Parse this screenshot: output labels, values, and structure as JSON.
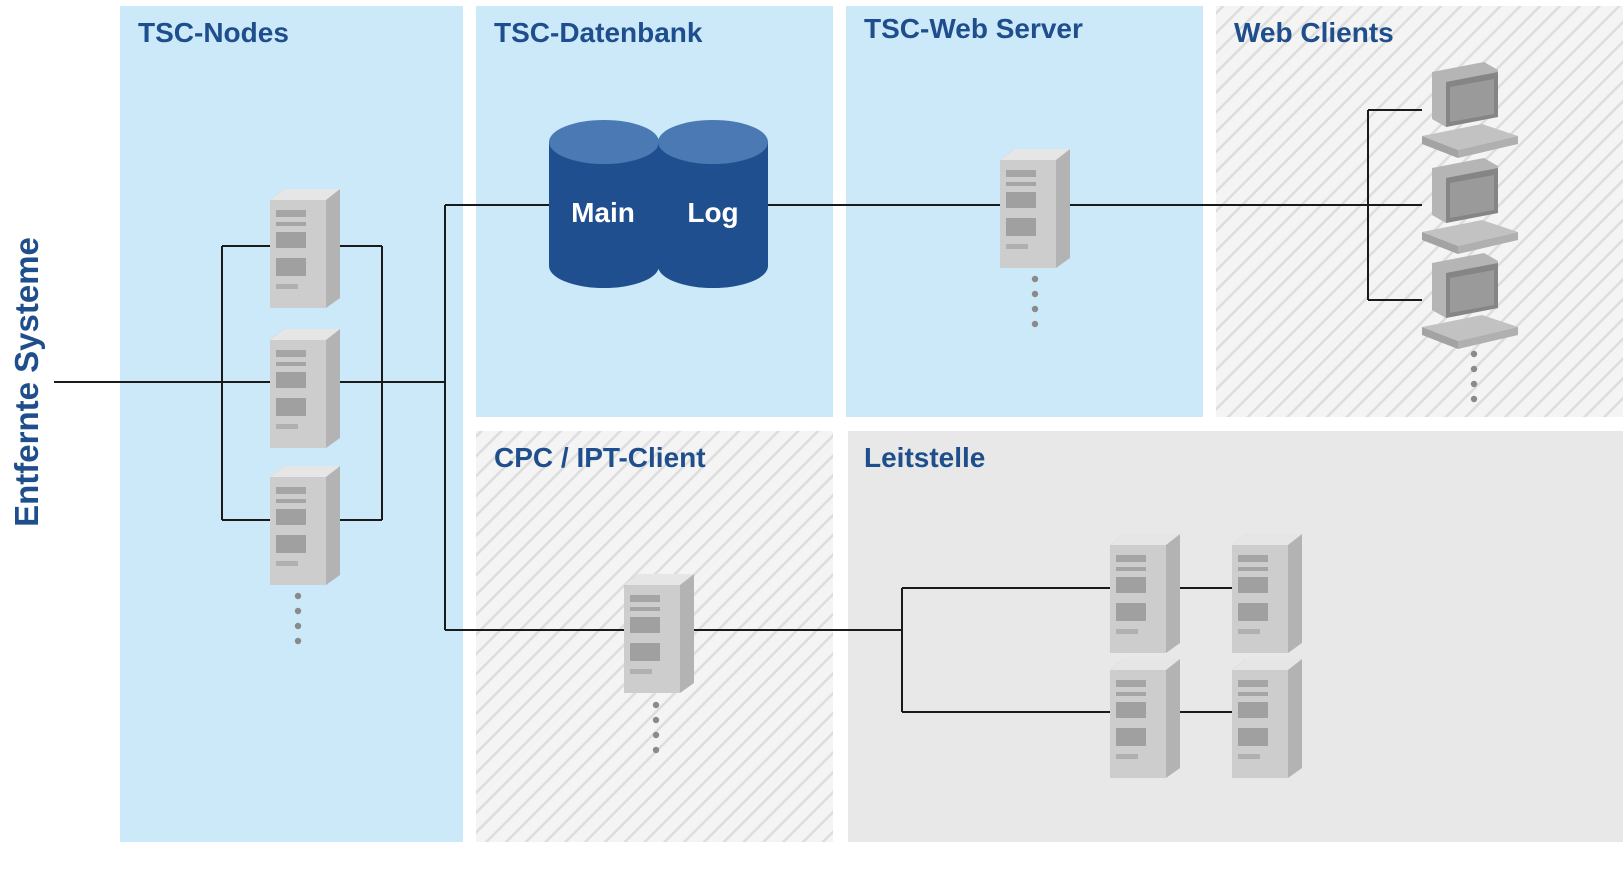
{
  "side_label": "Entfernte Systeme",
  "zones": {
    "tsc_nodes": "TSC-Nodes",
    "tsc_datenbank": "TSC-Datenbank",
    "tsc_web_server": "TSC-Web Server",
    "web_clients": "Web Clients",
    "cpc_ipt_client": "CPC / IPT-Client",
    "leitstelle": "Leitstelle"
  },
  "database": {
    "main_label": "Main",
    "log_label": "Log"
  },
  "colors": {
    "zone_blue": "#cce9fa",
    "zone_gray": "#e9e9e9",
    "hatch_bg": "#f4f4f4",
    "hatch_line": "#dedede",
    "title_blue": "#1f4e8c",
    "db_dark": "#1f4f8f",
    "db_top": "#4a79b4",
    "line": "#1a1a1a",
    "server_front": "#cfcfcf",
    "server_side": "#a9a9a9",
    "dots": "#8a8a8a"
  },
  "icons": {
    "server": "server-tower-icon",
    "client": "workstation-icon",
    "database": "database-cylinder-icon",
    "more": "vertical-ellipsis-icon"
  }
}
